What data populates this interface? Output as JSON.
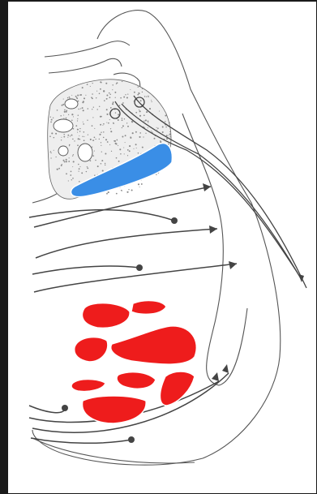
{
  "image": {
    "type": "anatomical cross-section illustration",
    "annotations": []
  },
  "colors": {
    "background": "#1a1a1a",
    "paper": "#ffffff",
    "outline": "#555555",
    "fiber": "#444444",
    "stipple": "#8a8a8a",
    "blue_region": "#3a8ee6",
    "red_region": "#ee1c1c"
  },
  "regions": {
    "blue": [
      {
        "id": "blue-1"
      }
    ],
    "red": [
      {
        "id": "red-1"
      },
      {
        "id": "red-2"
      },
      {
        "id": "red-3"
      },
      {
        "id": "red-4"
      },
      {
        "id": "red-5"
      },
      {
        "id": "red-6"
      },
      {
        "id": "red-7"
      },
      {
        "id": "red-8"
      }
    ]
  },
  "fibers": {
    "horizontal_count": 7,
    "descending_bundle_count": 3
  }
}
